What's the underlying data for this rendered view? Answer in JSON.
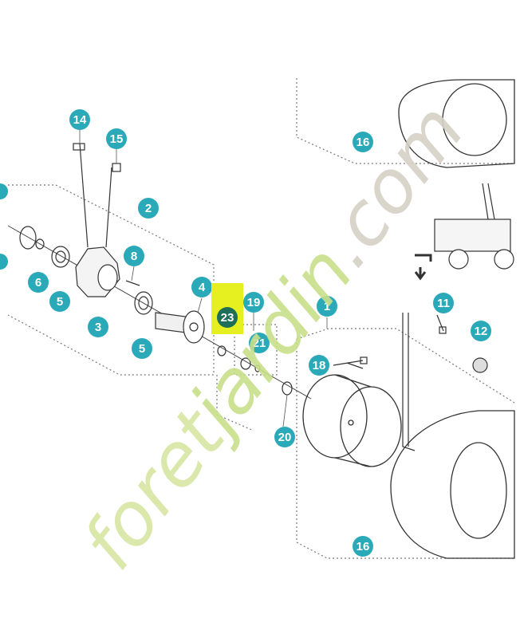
{
  "diagram": {
    "callouts": [
      "14",
      "15",
      "2",
      "8",
      "6",
      "5",
      "3",
      "5",
      "4",
      "19",
      "21",
      "23",
      "1",
      "11",
      "12",
      "18",
      "20",
      "16",
      "16"
    ],
    "highlight_color": "#e6f020",
    "callout_color": "#2aa9b8",
    "highlight_callout_color": "#1f6e57"
  },
  "watermark": {
    "prefix": "foret",
    "middle": "jardin",
    "suffix": ".com",
    "colors": {
      "prefix": "#d7e6a4",
      "j": "#f3c98a",
      "middle": "#c9df8a",
      "suffix": "#d6d1c6"
    }
  }
}
